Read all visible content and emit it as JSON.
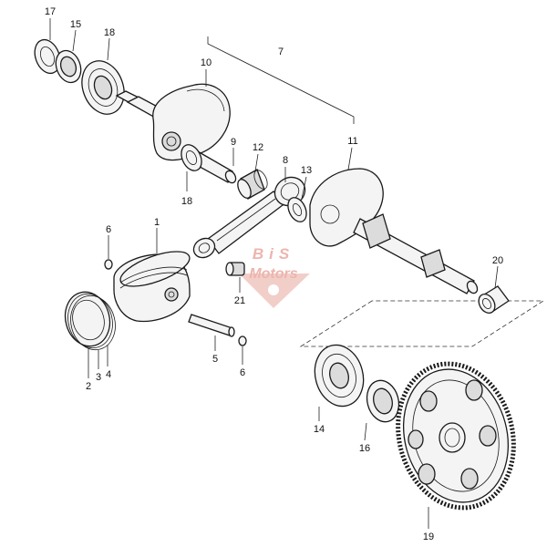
{
  "watermark": {
    "line1": "BiS",
    "line2": "Motors",
    "color": "#e9a9a0"
  },
  "callouts": {
    "c17": "17",
    "c15": "15",
    "c18a": "18",
    "c10": "10",
    "c7": "7",
    "c9": "9",
    "c12": "12",
    "c8": "8",
    "c13": "13",
    "c11": "11",
    "c18b": "18",
    "c6a": "6",
    "c1": "1",
    "c20": "20",
    "c21": "21",
    "c5": "5",
    "c6b": "6",
    "c2": "2",
    "c3": "3",
    "c4": "4",
    "c14": "14",
    "c16": "16",
    "c19": "19"
  }
}
